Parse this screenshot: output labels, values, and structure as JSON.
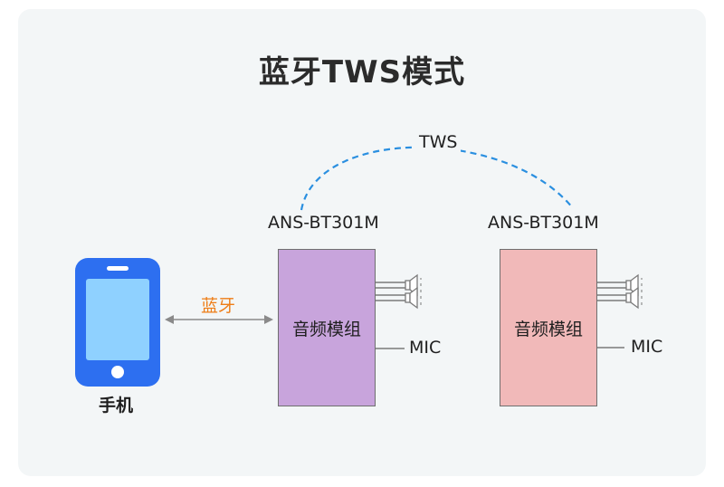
{
  "title": "蓝牙TWS模式",
  "tws_label": "TWS",
  "bluetooth_label": "蓝牙",
  "phone_label": "手机",
  "modules": [
    {
      "name": "ANS-BT301M",
      "box_label": "音频模组",
      "mic_label": "MIC",
      "fill": "#c8a4dc"
    },
    {
      "name": "ANS-BT301M",
      "box_label": "音频模组",
      "mic_label": "MIC",
      "fill": "#f1b9b9"
    }
  ],
  "colors": {
    "background": "#f3f6f7",
    "tws_link": "#2a8fe0",
    "bluetooth_text": "#ee7d17",
    "phone": "#2d6ff0"
  },
  "icons": [
    "phone-icon",
    "speaker-icon",
    "bidirectional-arrow"
  ]
}
